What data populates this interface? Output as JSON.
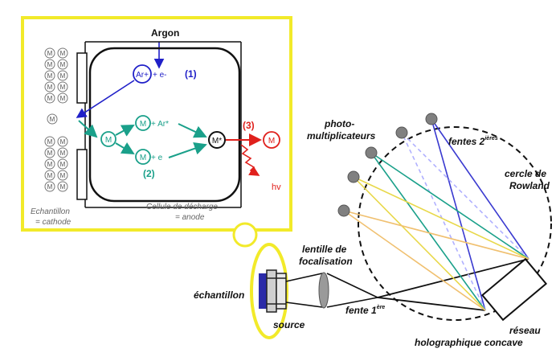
{
  "inset": {
    "gas_label": "Argon",
    "species": {
      "argon_ion": "Ar+",
      "plus_electron": "+ e-",
      "metal": "M",
      "metal_plus_argon": "M + Ar*",
      "metal_plus_electron": "M + e",
      "metal_excited": "M*",
      "metal_ground": "M"
    },
    "steps": {
      "step1": "(1)",
      "step2": "(2)",
      "step3": "(3)"
    },
    "photon": "hv",
    "sample_label": [
      "Echantillon",
      "= cathode"
    ],
    "cell_label": [
      "Cellule de décharge",
      "= anode"
    ]
  },
  "spectrometer": {
    "photomultipliers": [
      "photo-",
      "multiplicateurs"
    ],
    "exit_slits": "fentes 2",
    "exit_slits_sup": "ières",
    "rowland_circle": [
      "cercle de",
      "Rowland"
    ],
    "lens": [
      "lentille de",
      "focalisation"
    ],
    "entrance_slit": "fente 1",
    "entrance_slit_sup": "ère",
    "sample": "échantillon",
    "source": "source",
    "grating": [
      "réseau",
      "holographique concave"
    ]
  },
  "colors": {
    "inset_border": "#f2ea2a",
    "blue": "#2020c8",
    "green": "#1aa08a",
    "red": "#e0201c",
    "dark": "#111111",
    "gray_node": "#808080"
  }
}
